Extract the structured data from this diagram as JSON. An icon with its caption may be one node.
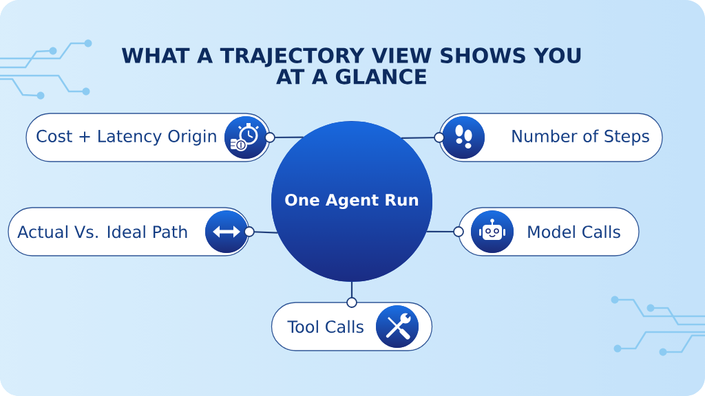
{
  "diagram": {
    "title": "WHAT A TRAJECTORY VIEW SHOWS YOU AT A GLANCE",
    "nodes": [
      {
        "text": [
          "One Agent Run"
        ]
      },
      {
        "text": [
          "Cost + Latency Origin"
        ]
      },
      {
        "text": [
          "Number of Steps"
        ]
      },
      {
        "text": [
          "Actual Vs. Ideal Path"
        ]
      },
      {
        "text": [
          "Model Calls"
        ]
      },
      {
        "text": [
          "Tool Calls"
        ]
      }
    ],
    "edges": [
      {
        "from": 0,
        "to": 1,
        "arrow": "other"
      },
      {
        "from": 0,
        "to": 2,
        "arrow": "other"
      },
      {
        "from": 0,
        "to": 3,
        "arrow": "other"
      },
      {
        "from": 0,
        "to": 4,
        "arrow": "other"
      },
      {
        "from": 0,
        "to": 5,
        "arrow": "other"
      }
    ]
  }
}
